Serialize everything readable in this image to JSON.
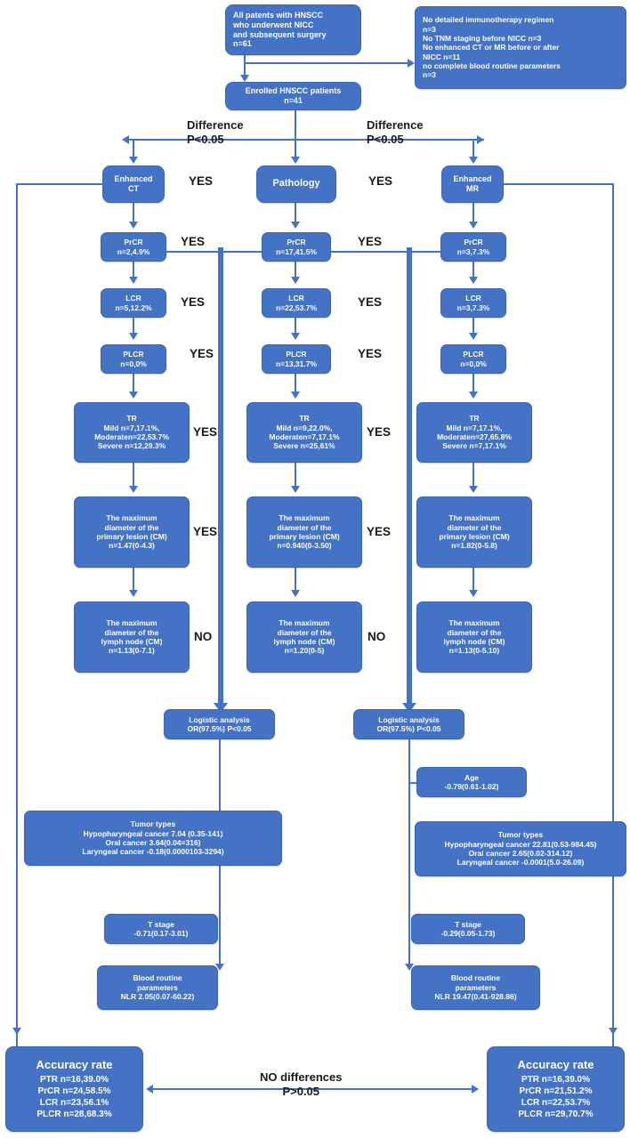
{
  "diagram": {
    "title": "HNSCC NICC imaging response flowchart",
    "accent": "#4472c4",
    "text_color": "#ffffff",
    "label_color": "#1a1a1a"
  },
  "top": {
    "cohort": "All patents with HNSCC\nwho underwent NICC\nand subsequent surgery\nn=61",
    "excluded": "No detailed immunotherapy regimen\nn=3\nNo TNM staging before NICC n=3\nNo enhanced CT or MR  before or after\nNICC n=11\nno complete blood routine parameters\nn=3",
    "enrolled": "Enrolled HNSCC patients\nn=41"
  },
  "split_labels": {
    "left": "Difference\nP<0.05",
    "right": "Difference\nP<0.05"
  },
  "modalities": {
    "ct": "Enhanced\nCT",
    "pathology": "Pathology",
    "mr": "Enhanced\nMR"
  },
  "yes_no": {
    "yes": "YES",
    "no": "NO"
  },
  "columns": {
    "ct": {
      "prcr": "PrCR\nn=2,4.9%",
      "lcr": "LCR\nn=5,12.2%",
      "plcr": "PLCR\nn=0,0%",
      "tr": "TR\nMild n=7,17.1%,\nModeraten=22,53.7%\nSevere n=12,29.3%",
      "primary": "The maximum\ndiameter of the\nprimary lesion (CM)\nn=1.47(0-4.3)",
      "lymph": "The maximum\ndiameter of the\nlymph node (CM)\nn=1.13(0-7.1)"
    },
    "pathology": {
      "prcr": "PrCR\nn=17,41.5%",
      "lcr": "LCR\nn=22,53.7%",
      "plcr": "PLCR\nn=13,31.7%",
      "tr": "TR\nMild n=9,22.0%,\nModeraten=7,17.1%\nSevere n=25,61%",
      "primary": "The maximum\ndiameter of the\nprimary lesion (CM)\nn=0.940(0-3.50)",
      "lymph": "The maximum\ndiameter of the\nlymph node (CM)\nn=1.20(0-5)"
    },
    "mr": {
      "prcr": "PrCR\nn=3,7.3%",
      "lcr": "LCR\nn=3,7.3%",
      "plcr": "PLCR\nn=0,0%",
      "tr": "TR\nMild n=7,17.1%,\nModeraten=27,65.8%\nSevere n=7,17.1%",
      "primary": "The maximum\ndiameter of the\nprimary lesion (CM)\nn=1.82(0-5.8)",
      "lymph": "The maximum\ndiameter of the\nlymph node (CM)\nn=1.13(0-5.10)"
    }
  },
  "logistic": {
    "left": "Logistic analysis\nOR(97.5%) P<0.05",
    "right": "Logistic analysis\nOR(97.5%) P<0.05"
  },
  "factors": {
    "age_right": "Age\n-0.79(0.61-1.02)",
    "tumor_left": "Tumor types\nHypopharyngeal cancer 7.04  (0.35-141)\nOral cancer 3.64(0.04=316)\nLaryngeal cancer -0.18(0.0000103-3294)",
    "tumor_right": "Tumor types\nHypopharyngeal cancer 22.81(0.53-984.45)\nOral cancer 2.65(0.02-314.12)\nLaryngeal cancer -0.0001(5.0-26.09)",
    "tstage_left": "T stage\n-0.71(0.17-3.01)",
    "tstage_right": "T stage\n-0.29(0.05-1.73)",
    "blood_left": "Blood routine\nparameters\nNLR 2.05(0.07-60.22)",
    "blood_right": "Blood routine\nparameters\nNLR 19.47(0.41-928.86)"
  },
  "accuracy": {
    "left_title": "Accuracy rate",
    "left_rows": "PTR n=16,39.0%\nPrCR n=24,58.5%\nLCR n=23,56.1%\nPLCR n=28,68.3%",
    "right_title": "Accuracy rate",
    "right_rows": "PTR n=16,39.0%\nPrCR n=21,51.2%\nLCR n=22,53.7%\nPLCR n=29,70.7%",
    "compare": "NO differences\nP>0.05"
  }
}
